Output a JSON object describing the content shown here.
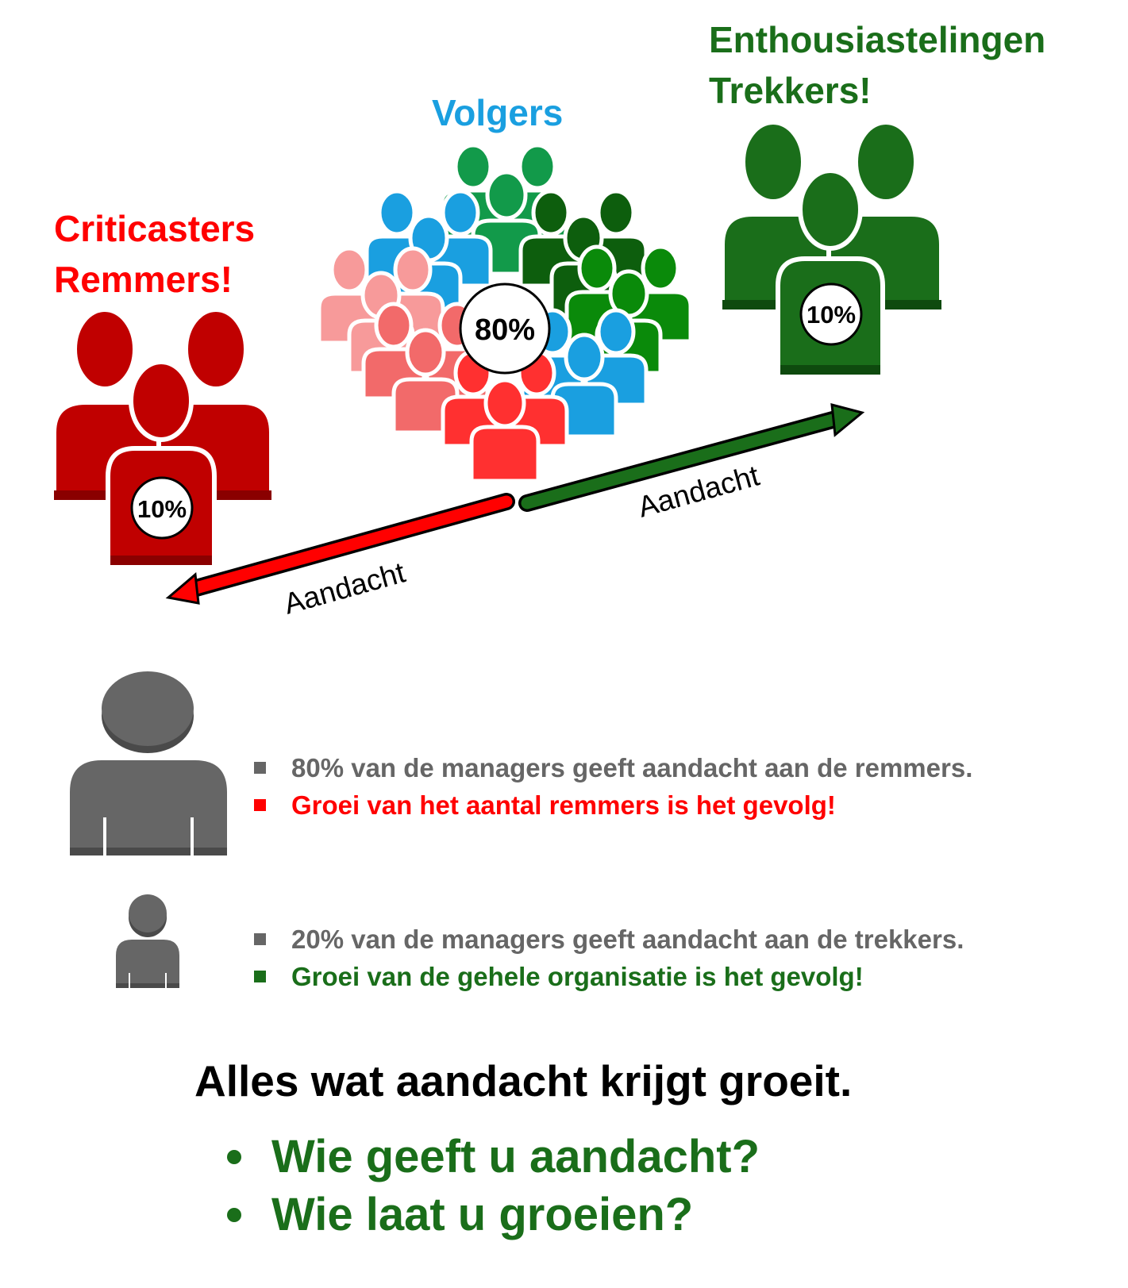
{
  "groups": {
    "critics": {
      "line1": "Criticasters",
      "line2": "Remmers!",
      "percent": "10%",
      "color": "#ff0000"
    },
    "followers": {
      "label": "Volgers",
      "percent": "80%",
      "color": "#1a9fe0"
    },
    "enthusiasts": {
      "line1": "Enthousiastelingen",
      "line2": "Trekkers!",
      "percent": "10%",
      "color": "#1a6e1a"
    }
  },
  "arrows": {
    "left_label": "Aandacht",
    "right_label": "Aandacht"
  },
  "managers": {
    "group1": {
      "line1": "80% van de managers geeft aandacht aan de remmers.",
      "line2": "Groei van het aantal remmers is het gevolg!"
    },
    "group2": {
      "line1": "20% van de managers geeft aandacht aan de trekkers.",
      "line2": "Groei van de gehele organisatie is het gevolg!"
    }
  },
  "closing": {
    "title": "Alles wat aandacht krijgt groeit.",
    "questions": [
      "Wie geeft u aandacht?",
      "Wie laat u groeien?"
    ]
  },
  "colors": {
    "red": "#ff0000",
    "dark_red": "#c40000",
    "blue": "#1a9fe0",
    "green": "#1a6e1a",
    "gray": "#666666"
  }
}
